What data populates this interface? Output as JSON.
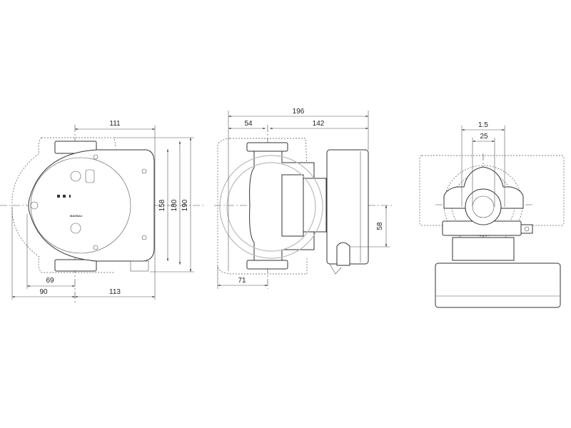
{
  "front_view": {
    "dims": {
      "top_width": "111",
      "h_inner": "158",
      "h_mid": "180",
      "h_outer": "190",
      "left_inner": "69",
      "left_outer": "90",
      "right": "113"
    },
    "label_brand": "MAGNA1"
  },
  "side_view": {
    "dims": {
      "total": "196",
      "left": "54",
      "right": "142",
      "offset": "58",
      "bottom": "71"
    }
  },
  "end_view": {
    "dims": {
      "outer": "1.5",
      "inner": "25"
    }
  },
  "colors": {
    "line": "#333333",
    "watermark": "#bbbbbb"
  }
}
